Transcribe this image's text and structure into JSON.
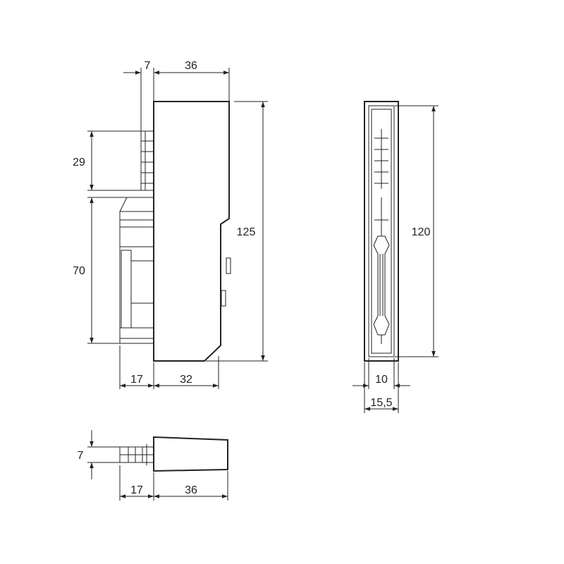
{
  "dimensions": {
    "top_width_7": "7",
    "top_width_36": "36",
    "height_29": "29",
    "height_125": "125",
    "height_70": "70",
    "bottom_width_17": "17",
    "bottom_width_32": "32",
    "right_height_120": "120",
    "right_width_10": "10",
    "right_width_15_5": "15,5",
    "small_height_7": "7",
    "small_width_17": "17",
    "small_width_36": "36"
  }
}
